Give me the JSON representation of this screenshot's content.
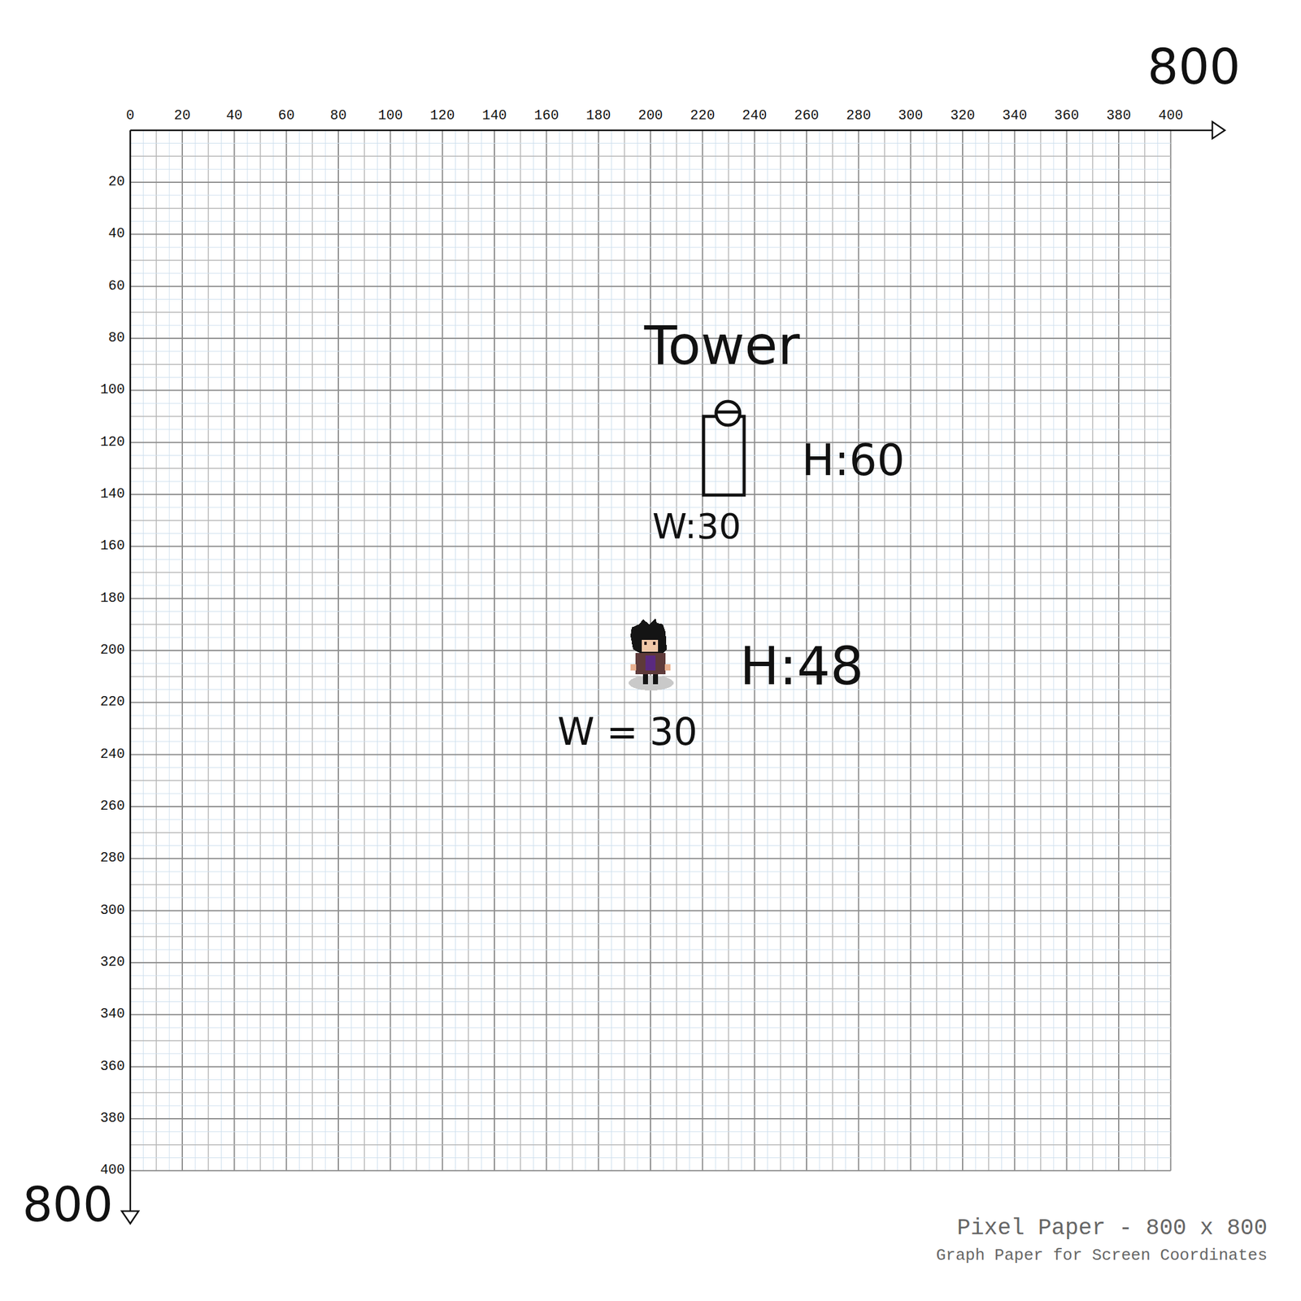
{
  "diagram": {
    "labels": [
      "0",
      "20",
      "40",
      "60",
      "80",
      "100",
      "120",
      "140",
      "160",
      "180",
      "200",
      "220",
      "240",
      "260",
      "280",
      "300",
      "320",
      "340",
      "360",
      "380",
      "400",
      "20",
      "40",
      "60",
      "80",
      "100",
      "120",
      "140",
      "160",
      "180",
      "200",
      "220",
      "240",
      "260",
      "280",
      "300",
      "320",
      "340",
      "360",
      "380",
      "400",
      "800",
      "Tower",
      "H:60",
      "W:30",
      "H:48",
      "W = 30",
      "800",
      "Pixel Paper - 800 x 800",
      "Graph Paper for Screen Coordinates"
    ]
  }
}
